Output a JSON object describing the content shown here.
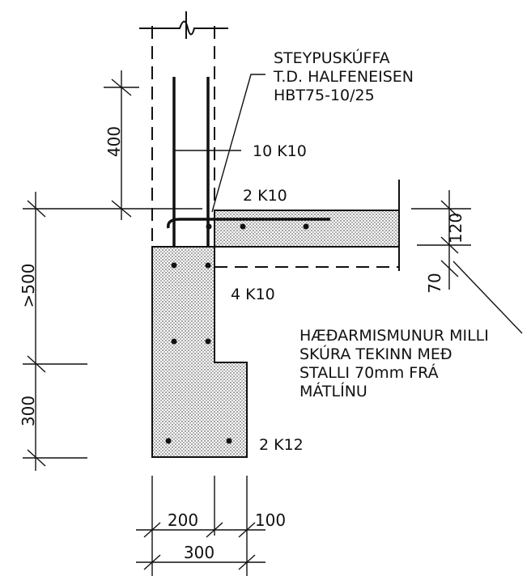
{
  "annotations": {
    "coupler_line1": "STEYPUSKÚFFA",
    "coupler_line2": "T.D. HALFENEISEN",
    "coupler_line3": "HBT75-10/25",
    "rebar_vertical": "10 K10",
    "rebar_slab": "2 K10",
    "rebar_footing_upper": "4 K10",
    "rebar_footing_bottom": "2 K12",
    "note_line1": "HÆÐARMISMUNUR MILLI",
    "note_line2": "SKÚRA TEKINN MEÐ",
    "note_line3": "STALLI 70mm FRÁ",
    "note_line4": "MÁTLÍNU"
  },
  "dimensions": {
    "left_upper": "400",
    "left_middle": ">500",
    "left_lower": "300",
    "right_slab": "120",
    "right_step": "70",
    "bottom_left": "200",
    "bottom_right": "100",
    "bottom_total": "300"
  }
}
